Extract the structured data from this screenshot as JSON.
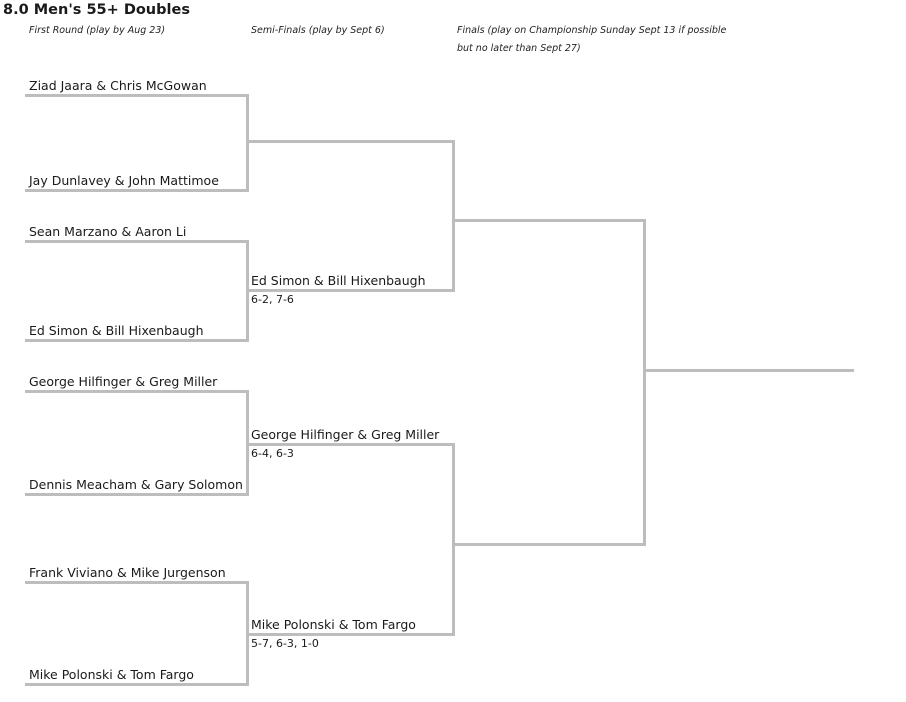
{
  "title": "8.0 Men's 55+ Doubles",
  "round_headers": {
    "first": "First Round (play by Aug 23)",
    "semi": "Semi-Finals (play by Sept 6)",
    "finals_line1": "Finals (play on Championship Sunday Sept 13 if possible",
    "finals_line2": "but no later than Sept 27)"
  },
  "first_round": [
    "Ziad Jaara & Chris McGowan",
    "Jay Dunlavey & John Mattimoe",
    "Sean Marzano & Aaron Li",
    "Ed Simon & Bill Hixenbaugh",
    "George Hilfinger & Greg Miller",
    "Dennis Meacham & Gary Solomon",
    "Frank Viviano & Mike Jurgenson",
    "Mike Polonski & Tom Fargo"
  ],
  "second_round": [
    {
      "team": "",
      "score": ""
    },
    {
      "team": "Ed Simon & Bill Hixenbaugh",
      "score": "6-2, 7-6"
    },
    {
      "team": "George Hilfinger & Greg Miller",
      "score": "6-4, 6-3"
    },
    {
      "team": "Mike Polonski & Tom Fargo",
      "score": "5-7, 6-3, 1-0"
    }
  ]
}
